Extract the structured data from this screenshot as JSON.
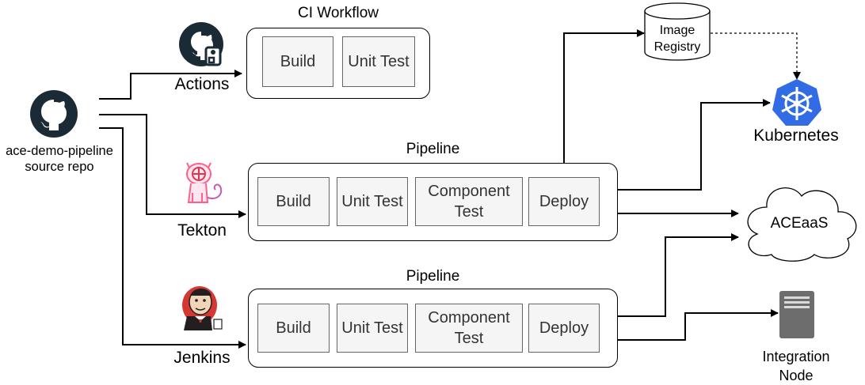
{
  "source": {
    "line1": "ace-demo-pipeline",
    "line2": "source repo"
  },
  "tools": {
    "actions": "Actions",
    "tekton": "Tekton",
    "jenkins": "Jenkins"
  },
  "ci_workflow": {
    "title": "CI Workflow",
    "steps": [
      "Build",
      "Unit Test"
    ]
  },
  "tekton_pipeline": {
    "title": "Pipeline",
    "steps": [
      "Build",
      "Unit Test",
      "Component Test",
      "Deploy"
    ]
  },
  "jenkins_pipeline": {
    "title": "Pipeline",
    "steps": [
      "Build",
      "Unit Test",
      "Component Test",
      "Deploy"
    ]
  },
  "registry": {
    "line1": "Image",
    "line2": "Registry"
  },
  "kubernetes": "Kubernetes",
  "aceaas": "ACEaaS",
  "integration_node": {
    "line1": "Integration",
    "line2": "Node"
  },
  "colors": {
    "kubernetes_blue": "#326ce5",
    "github_dark": "#1b2b35",
    "jenkins_red": "#d33833",
    "server_gray": "#6d6d6d"
  },
  "icons": [
    "github-icon",
    "github-actions-icon",
    "tekton-cat-icon",
    "jenkins-icon",
    "database-icon",
    "kubernetes-icon",
    "cloud-icon",
    "server-icon"
  ]
}
